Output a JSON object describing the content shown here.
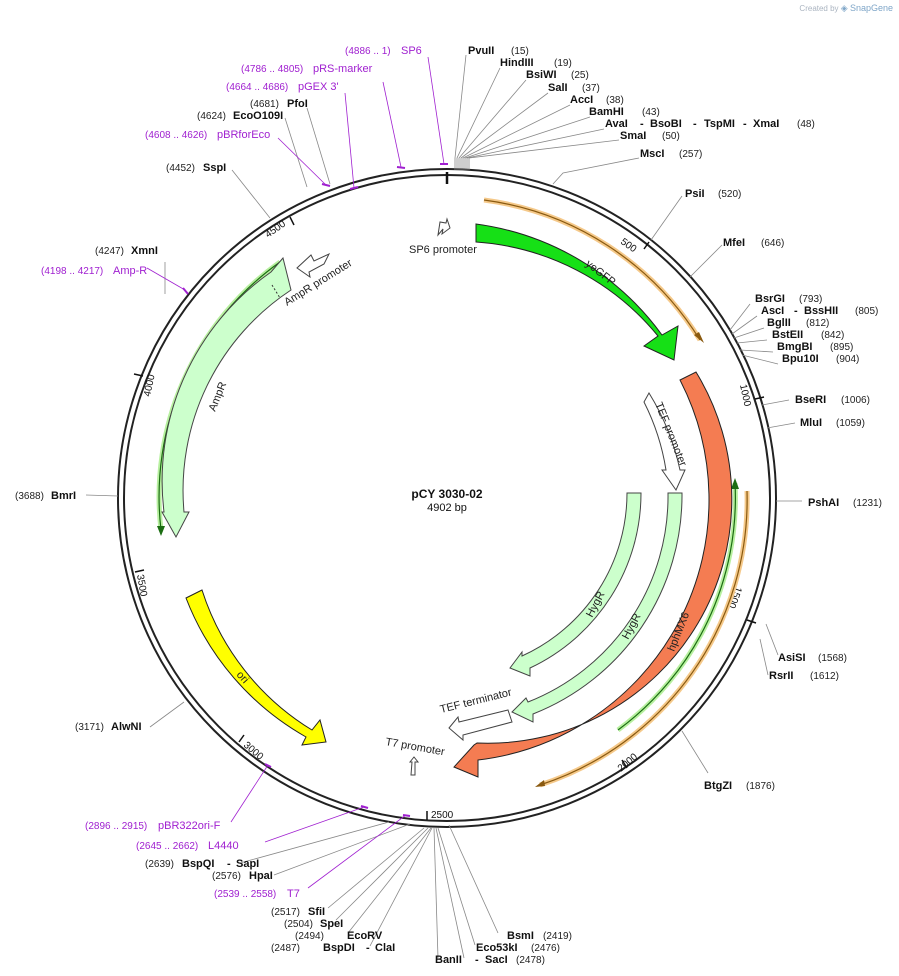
{
  "watermark": {
    "created_by": "Created by",
    "brand": "SnapGene"
  },
  "plasmid": {
    "name": "pCY 3030-02",
    "size": "4902 bp",
    "length": 4902
  },
  "enzymes": [
    {
      "name": "PvuII",
      "pos": "(15)"
    },
    {
      "name": "HindIII",
      "pos": "(19)"
    },
    {
      "name": "BsiWI",
      "pos": "(25)"
    },
    {
      "name": "SalI",
      "pos": "(37)"
    },
    {
      "name": "AccI",
      "pos": "(38)"
    },
    {
      "name": "BamHI",
      "pos": "(43)"
    },
    {
      "name": "AvaI",
      "pos": ""
    },
    {
      "name": "BsoBI",
      "pos": ""
    },
    {
      "name": "TspMI",
      "pos": ""
    },
    {
      "name": "XmaI",
      "pos": "(48)"
    },
    {
      "name": "SmaI",
      "pos": "(50)"
    },
    {
      "name": "MscI",
      "pos": "(257)"
    },
    {
      "name": "PsiI",
      "pos": "(520)"
    },
    {
      "name": "MfeI",
      "pos": "(646)"
    },
    {
      "name": "BsrGI",
      "pos": "(793)"
    },
    {
      "name": "AscI",
      "pos": ""
    },
    {
      "name": "BssHII",
      "pos": "(805)"
    },
    {
      "name": "BglII",
      "pos": "(812)"
    },
    {
      "name": "BstEII",
      "pos": "(842)"
    },
    {
      "name": "BmgBI",
      "pos": "(895)"
    },
    {
      "name": "Bpu10I",
      "pos": "(904)"
    },
    {
      "name": "BseRI",
      "pos": "(1006)"
    },
    {
      "name": "MluI",
      "pos": "(1059)"
    },
    {
      "name": "PshAI",
      "pos": "(1231)"
    },
    {
      "name": "AsiSI",
      "pos": "(1568)"
    },
    {
      "name": "RsrII",
      "pos": "(1612)"
    },
    {
      "name": "BtgZI",
      "pos": "(1876)"
    },
    {
      "name": "BsmI",
      "pos": "(2419)"
    },
    {
      "name": "Eco53kI",
      "pos": "(2476)"
    },
    {
      "name": "BanII",
      "pos": ""
    },
    {
      "name": "SacI",
      "pos": "(2478)"
    },
    {
      "name": "BspDI",
      "pos": "(2487)"
    },
    {
      "name": "ClaI",
      "pos": ""
    },
    {
      "name": "EcoRV",
      "pos": "(2494)"
    },
    {
      "name": "SpeI",
      "pos": "(2504)"
    },
    {
      "name": "SfiI",
      "pos": "(2517)"
    },
    {
      "name": "HpaI",
      "pos": "(2576)"
    },
    {
      "name": "BspQI",
      "pos": "(2639)"
    },
    {
      "name": "SapI",
      "pos": ""
    },
    {
      "name": "AlwNI",
      "pos": "(3171)"
    },
    {
      "name": "BmrI",
      "pos": "(3688)"
    },
    {
      "name": "XmnI",
      "pos": "(4247)"
    },
    {
      "name": "SspI",
      "pos": "(4452)"
    },
    {
      "name": "EcoO109I",
      "pos": "(4624)"
    },
    {
      "name": "PfoI",
      "pos": "(4681)"
    }
  ],
  "primers": [
    {
      "name": "SP6",
      "range": "(4886 .. 1)"
    },
    {
      "name": "pRS-marker",
      "range": "(4786 .. 4805)"
    },
    {
      "name": "pGEX 3'",
      "range": "(4664 .. 4686)"
    },
    {
      "name": "pBRforEco",
      "range": "(4608 .. 4626)"
    },
    {
      "name": "Amp-R",
      "range": "(4198 .. 4217)"
    },
    {
      "name": "pBR322ori-F",
      "range": "(2896 .. 2915)"
    },
    {
      "name": "L4440",
      "range": "(2645 .. 2662)"
    },
    {
      "name": "T7",
      "range": "(2539 .. 2558)"
    }
  ],
  "features": [
    {
      "name": "SP6 promoter"
    },
    {
      "name": "yeGFP"
    },
    {
      "name": "TEF promoter"
    },
    {
      "name": "hphMX6"
    },
    {
      "name": "HygR"
    },
    {
      "name": "HygR"
    },
    {
      "name": "TEF terminator"
    },
    {
      "name": "T7 promoter"
    },
    {
      "name": "ori"
    },
    {
      "name": "AmpR"
    },
    {
      "name": "AmpR promoter"
    }
  ],
  "ticks": [
    "500",
    "1000",
    "1500",
    "2000",
    "2500",
    "3000",
    "3500",
    "4000",
    "4500"
  ],
  "colors": {
    "yeGFP": "#16e016",
    "hphMX6": "#f47c52",
    "ori": "#ffff00",
    "AmpR": "#ccffcc",
    "HygR": "#ccffcc",
    "primer": "#a020d0",
    "orf_orange": "#f0b050",
    "orf_green": "#4caf50"
  }
}
